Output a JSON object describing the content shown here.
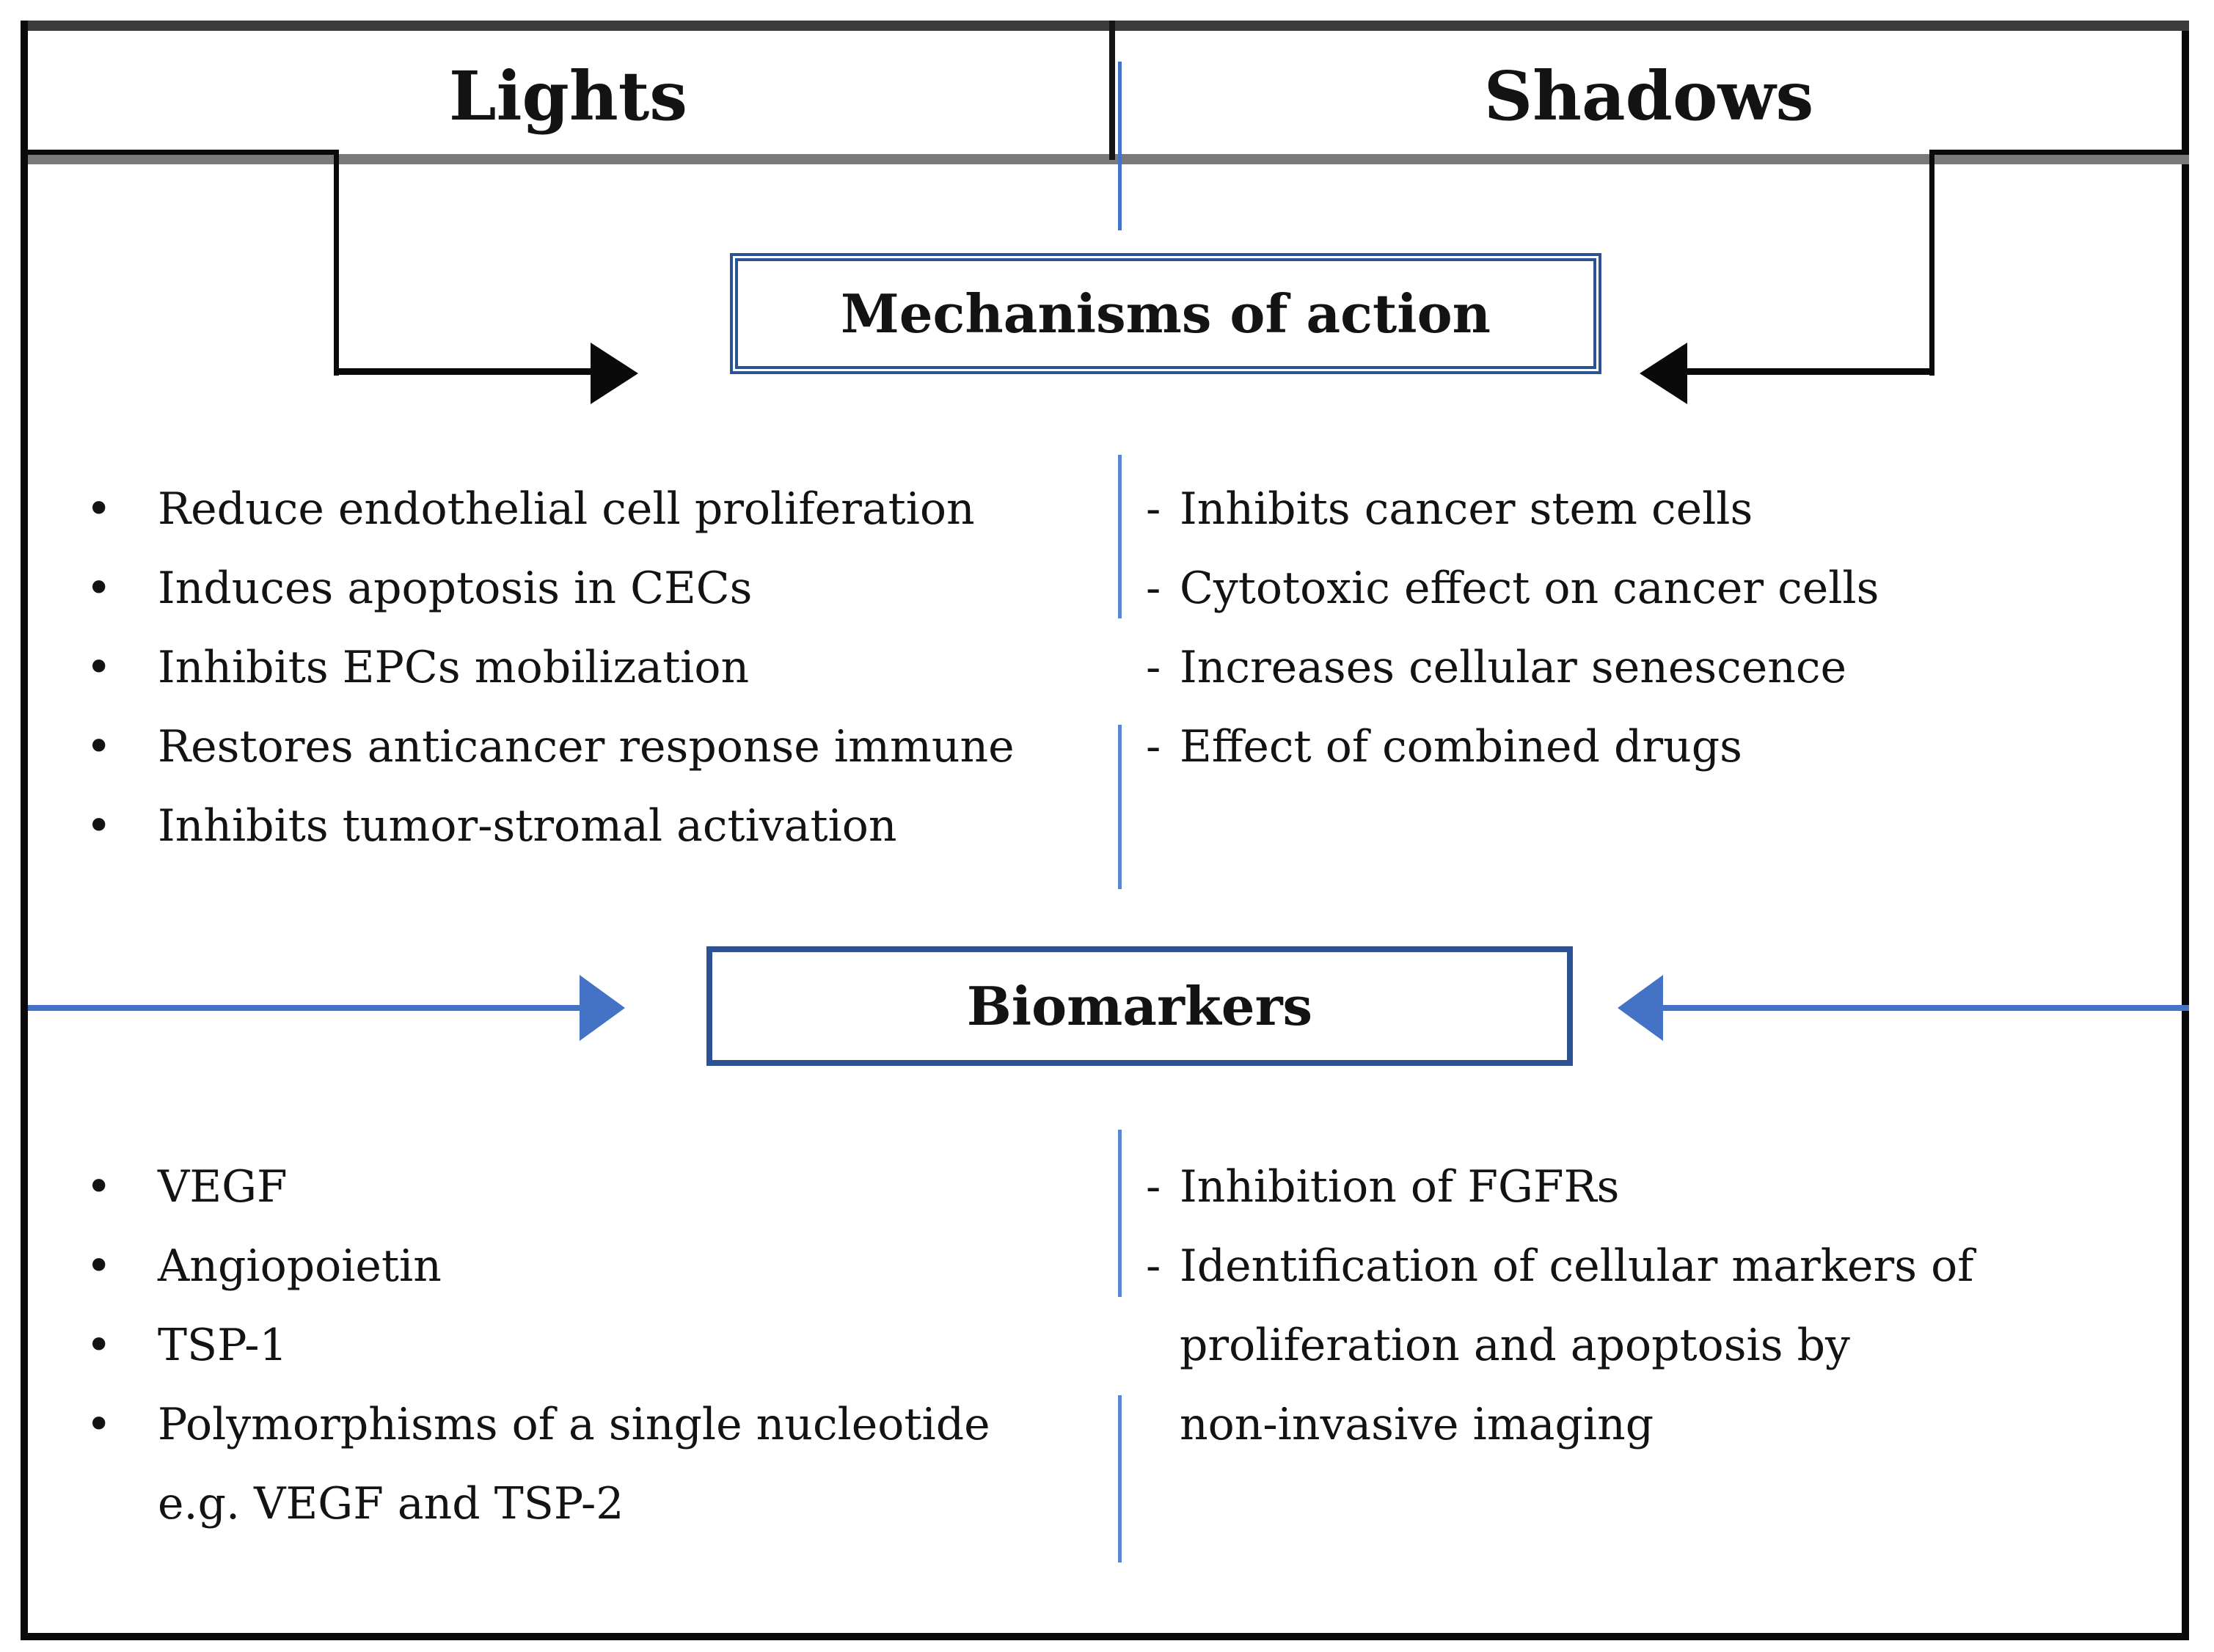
{
  "header": {
    "left": "Lights",
    "right": "Shadows"
  },
  "mechanisms_section": {
    "title": "Mechanisms of action",
    "lights_items": [
      {
        "marker": "bullet",
        "text": "Reduce endothelial cell proliferation"
      },
      {
        "marker": "bullet",
        "text": "Induces apoptosis in CECs"
      },
      {
        "marker": "bullet",
        "text": "Inhibits EPCs mobilization"
      },
      {
        "marker": "bullet",
        "text": "Restores anticancer response immune"
      },
      {
        "marker": "bullet",
        "text": "Inhibits tumor-stromal activation"
      }
    ],
    "shadows_items": [
      {
        "marker": "dash",
        "text": "Inhibits cancer stem cells"
      },
      {
        "marker": "dash",
        "text": "Cytotoxic effect on cancer cells"
      },
      {
        "marker": "dash",
        "text": "Increases cellular senescence"
      },
      {
        "marker": "dash",
        "text": "Effect of combined drugs"
      }
    ]
  },
  "biomarkers_section": {
    "title": "Biomarkers",
    "lights_items": [
      {
        "marker": "bullet",
        "text": "VEGF"
      },
      {
        "marker": "bullet",
        "text": "Angiopoietin"
      },
      {
        "marker": "bullet",
        "text": "TSP-1"
      },
      {
        "marker": "bullet",
        "text": "Polymorphisms of a single nucleotide"
      },
      {
        "marker": "none",
        "text": "e.g. VEGF and TSP-2"
      }
    ],
    "shadows_items": [
      {
        "marker": "dash",
        "text": "Inhibition of FGFRs"
      },
      {
        "marker": "dash",
        "text": "Identification of cellular markers of"
      },
      {
        "marker": "none",
        "text": "proliferation and apoptosis by"
      },
      {
        "marker": "none",
        "text": "non-invasive imaging"
      }
    ]
  },
  "marker_glyphs": {
    "bullet": "•",
    "dash": "-",
    "none": ""
  },
  "colors": {
    "box_border": "#2d5294",
    "arrow_blue": "#4472c4",
    "divider_blue": "#5b86d2",
    "connector_black": "#0a0a0a",
    "header_top_band": "#3b3b3b",
    "header_bottom_band": "#7a7a7a"
  }
}
